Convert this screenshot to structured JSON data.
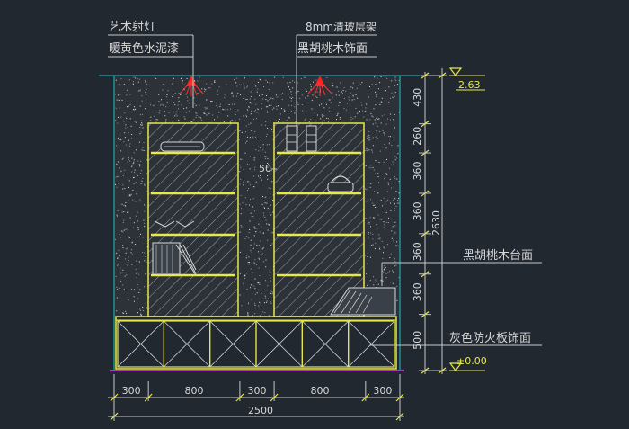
{
  "labels": {
    "art_spotlight": "艺术射灯",
    "warm_yellow_cement_paint": "暖黄色水泥漆",
    "glass_shelf": "8mm清玻层架",
    "black_walnut_finish_top": "黑胡桃木饰面",
    "black_walnut_countertop": "黑胡桃木台面",
    "grey_fireproof_board": "灰色防火板饰面",
    "dim_50": "50"
  },
  "levels": {
    "top": "2.63",
    "floor": "±0.00"
  },
  "bottom_dimensions": {
    "segments": [
      "300",
      "800",
      "300",
      "800",
      "300"
    ],
    "total": "2500"
  },
  "right_dimensions": {
    "segments": [
      "430",
      "260",
      "360",
      "360",
      "360",
      "360",
      "500"
    ],
    "total": "2630"
  },
  "colors": {
    "background": "#212830",
    "cabinet_outline": "#e8e84a",
    "wall_edge": "#19c3c3",
    "floor_line": "#b236c8",
    "light": "#ff2020",
    "dimension": "#c8c8c8"
  }
}
